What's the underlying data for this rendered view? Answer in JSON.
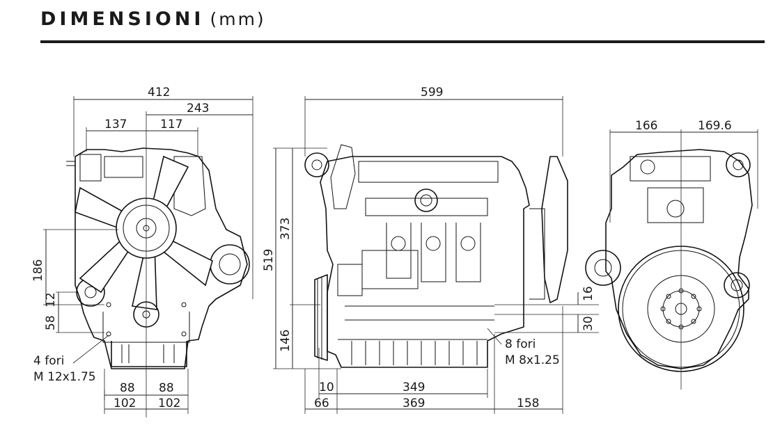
{
  "header": {
    "title": "DIMENSIONI",
    "unit": "(mm)"
  },
  "front_view": {
    "overall_width": "412",
    "right_offset": "243",
    "left_half": "137",
    "right_half": "117",
    "height_to_support": "186",
    "support_upper": "12",
    "support_lower": "58",
    "foot_inner_left": "88",
    "foot_inner_right": "88",
    "foot_outer_left": "102",
    "foot_outer_right": "102",
    "holes_count": "4 fori",
    "holes_thread": "M 12x1.75"
  },
  "side_view": {
    "overall_length": "599",
    "overall_height": "519",
    "upper_height": "373",
    "lower_height": "146",
    "flange_upper": "16",
    "flange_lower": "30",
    "holes_count": "8 fori",
    "holes_thread": "M 8x1.25",
    "sump_offset": "10",
    "sump_length": "349",
    "front_offset": "66",
    "mount_length": "369",
    "rear_offset": "158"
  },
  "rear_view": {
    "left_half": "166",
    "right_half": "169.6"
  }
}
